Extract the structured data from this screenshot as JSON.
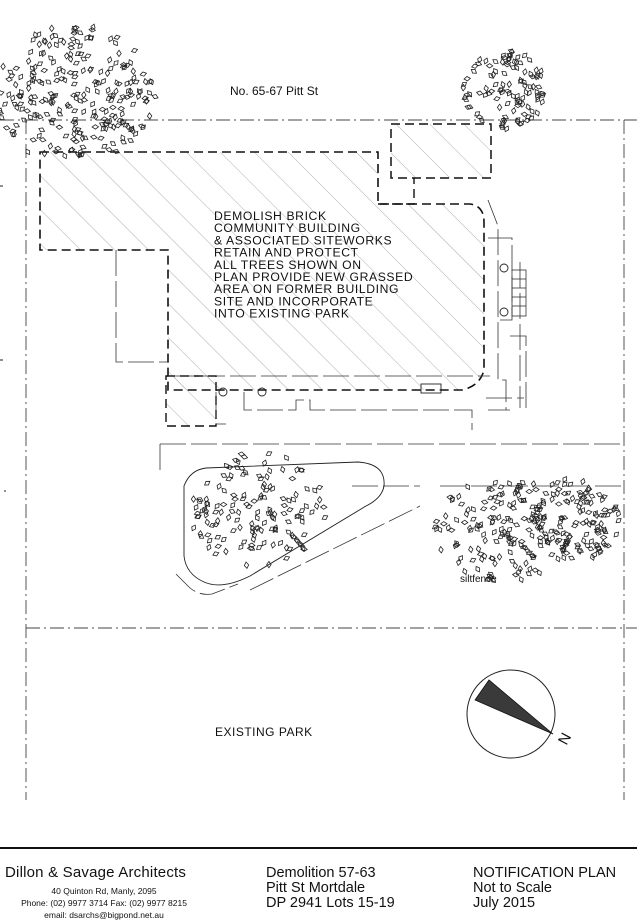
{
  "plan": {
    "street_label": "No. 65-67 Pitt St",
    "demolish_note": [
      "DEMOLISH BRICK",
      "COMMUNITY BUILDING",
      "& ASSOCIATED SITEWORKS",
      "RETAIN AND PROTECT",
      "ALL TREES SHOWN ON",
      "PLAN PROVIDE NEW GRASSED",
      "AREA ON FORMER BUILDING",
      "SITE AND INCORPORATE",
      "INTO EXISTING PARK"
    ],
    "silt_fence_label": "siltfence",
    "park_label": "EXISTING PARK",
    "north_label": "N",
    "north_fill": "#3a3a3a",
    "line_color": "#111111"
  },
  "title_block": {
    "firm": {
      "name": "Dillon & Savage Architects",
      "address": "40 Quinton Rd, Manly, 2095",
      "phone": "Phone: (02) 9977 3714   Fax: (02) 9977 8215",
      "email": "email: dsarchs@bigpond.net.au"
    },
    "project": {
      "line1": "Demolition 57-63",
      "line2": "Pitt St Mortdale",
      "line3": "DP 2941 Lots 15-19"
    },
    "drawing": {
      "title": "NOTIFICATION PLAN",
      "scale": "Not to Scale",
      "date": "July 2015"
    }
  }
}
